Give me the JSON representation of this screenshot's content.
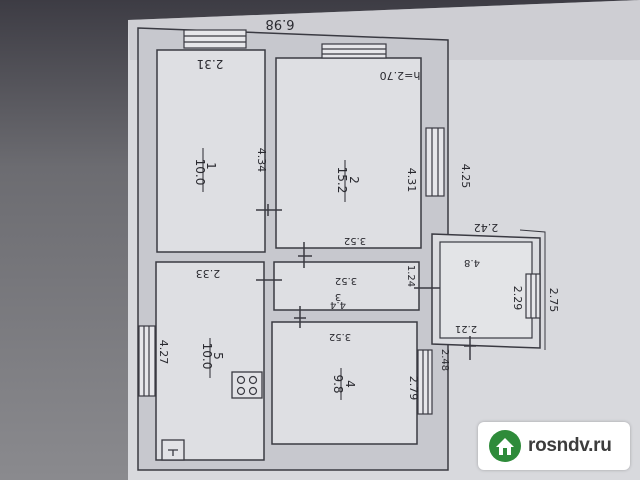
{
  "plan": {
    "overall_width": "6.98",
    "ceiling_height": "h=2.70",
    "rooms": [
      {
        "number": "1",
        "area": "10.0"
      },
      {
        "number": "2",
        "area": "15.2"
      },
      {
        "number": "3",
        "area": "4.4"
      },
      {
        "number": "4",
        "area": "9.8"
      },
      {
        "number": "5",
        "area": "10.0"
      }
    ],
    "dimensions": {
      "room1_width": "2.31",
      "room1_depth": "4.34",
      "room2_depth": "4.31",
      "room2_width": "3.52",
      "room2_right_wall": "4.25",
      "room3_depth": "1.24",
      "room3_width": "3.52",
      "room4_width": "3.52",
      "room4_depth": "2.79",
      "room5_width": "2.33",
      "room5_depth": "4.27",
      "annex_width": "2.42",
      "annex_depth": "2.29",
      "annex_bottom": "2.21",
      "annex_outer": "2.75",
      "annex_lower": "2.48",
      "annex_area": "4.8"
    }
  },
  "watermark": {
    "text": "rosndv.ru",
    "colors": {
      "house": "#2e8b3a",
      "bg": "#ffffff"
    }
  }
}
